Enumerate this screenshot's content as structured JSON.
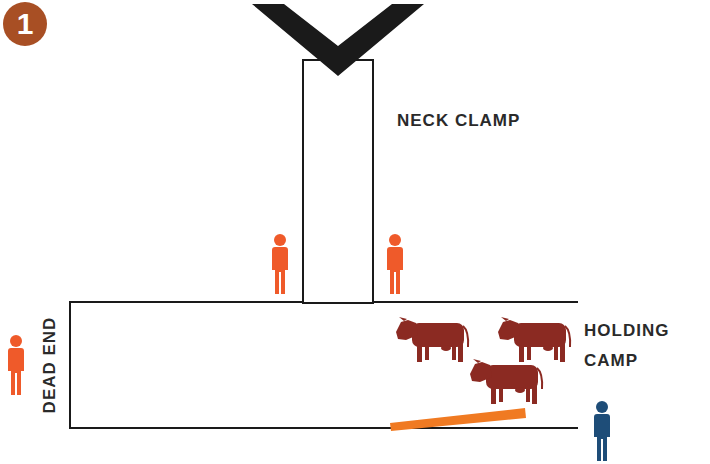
{
  "diagram": {
    "nodes": [
      {
        "text": [
          "1"
        ]
      }
    ],
    "labels": [
      "NECK CLAMP",
      "DEAD END",
      "HOLDING CAMP"
    ]
  }
}
